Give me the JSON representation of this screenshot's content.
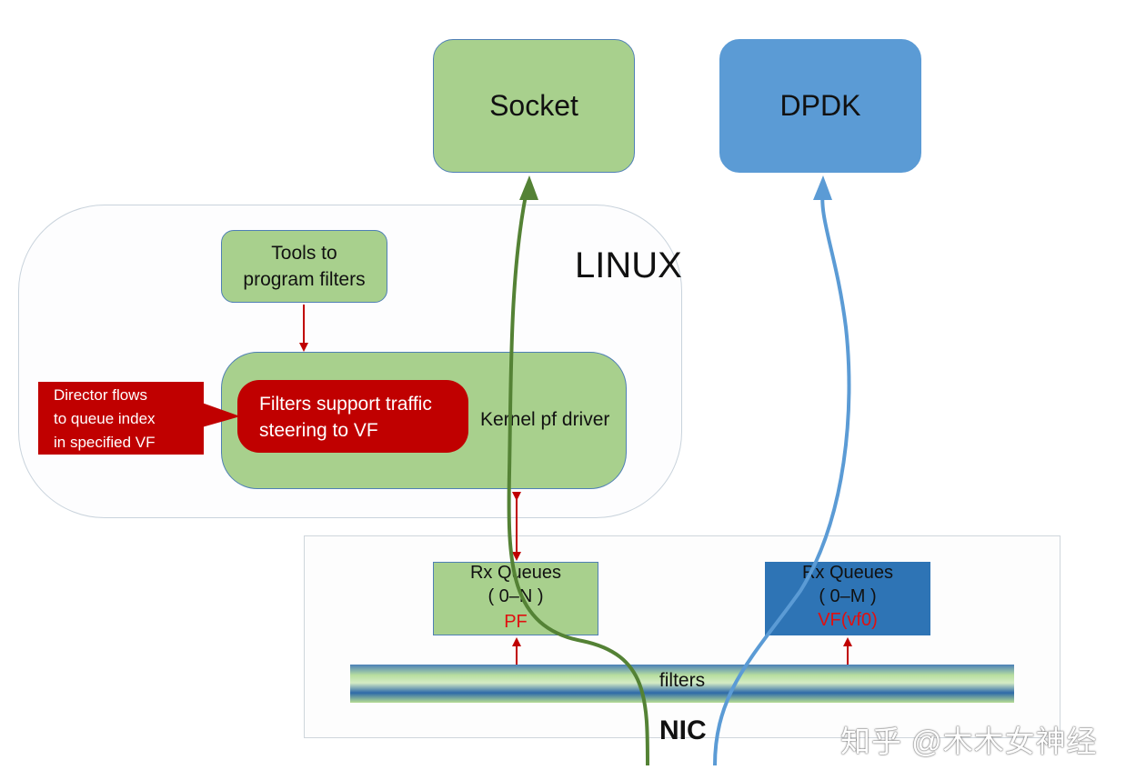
{
  "linux": {
    "label": "LINUX"
  },
  "socket": {
    "label": "Socket"
  },
  "dpdk": {
    "label": "DPDK"
  },
  "tools": {
    "line1": "Tools to",
    "line2": "program filters"
  },
  "kernel": {
    "label": "Kernel pf driver"
  },
  "filters_support": {
    "line1": "Filters support traffic",
    "line2": "steering to VF"
  },
  "director": {
    "line1": "Director flows",
    "line2": "to queue index",
    "line3": "in specified VF"
  },
  "rx_pf": {
    "title": "Rx Queues",
    "range": "( 0–N )",
    "tag": "PF"
  },
  "rx_vf": {
    "title": "Rx Queues",
    "range": "( 0–M )",
    "tag": "VF(vf0)"
  },
  "filters_bar": {
    "label": "filters"
  },
  "nic": {
    "label": "NIC"
  },
  "watermark": {
    "text": "知乎 @木木女神经"
  },
  "colors": {
    "green": "#a8d08d",
    "blue": "#5b9bd5",
    "dark_blue": "#2e74b5",
    "red": "#c00000",
    "pf_path": "#548235",
    "vf_path": "#5b9bd5"
  }
}
